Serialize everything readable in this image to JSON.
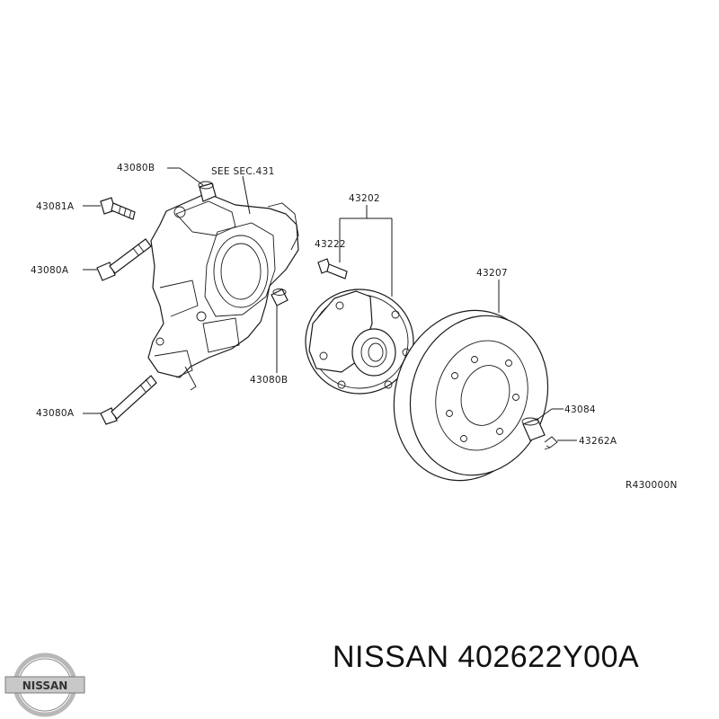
{
  "diagram": {
    "part_labels": {
      "p43080B_top": "43080B",
      "see_sec": "SEE SEC.431",
      "p43081A": "43081A",
      "p43202": "43202",
      "p43222": "43222",
      "p43080A_mid": "43080A",
      "p43207": "43207",
      "p43080B_low": "43080B",
      "p43080A_low": "43080A",
      "p43084": "43084",
      "p43262A": "43262A",
      "figure_code": "R430000N"
    }
  },
  "footer": {
    "brand_logo_text": "NISSAN",
    "title": "NISSAN 402622Y00A"
  },
  "colors": {
    "ink": "#1a1a1a",
    "background": "#ffffff",
    "logo_silver": "#b8b8b8"
  }
}
